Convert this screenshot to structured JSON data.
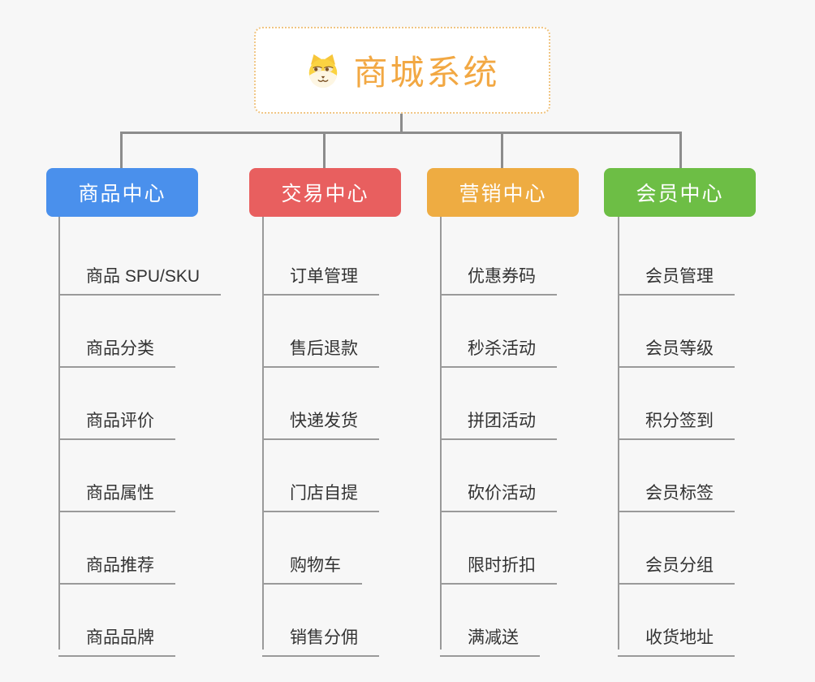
{
  "root": {
    "title": "商城系统",
    "icon": "dog-icon",
    "title_color": "#F2A843",
    "border_color": "#F0C583"
  },
  "connector_color": "#8C8C8C",
  "child_line_color": "#9A9A9A",
  "background_color": "#F7F7F7",
  "branches": [
    {
      "label": "商品中心",
      "color": "#4A90EC",
      "children": [
        "商品 SPU/SKU",
        "商品分类",
        "商品评价",
        "商品属性",
        "商品推荐",
        "商品品牌"
      ]
    },
    {
      "label": "交易中心",
      "color": "#E85F5F",
      "children": [
        "订单管理",
        "售后退款",
        "快递发货",
        "门店自提",
        "购物车",
        "销售分佣"
      ]
    },
    {
      "label": "营销中心",
      "color": "#EEAC42",
      "children": [
        "优惠券码",
        "秒杀活动",
        "拼团活动",
        "砍价活动",
        "限时折扣",
        "满减送"
      ]
    },
    {
      "label": "会员中心",
      "color": "#6DBE45",
      "children": [
        "会员管理",
        "会员等级",
        "积分签到",
        "会员标签",
        "会员分组",
        "收货地址"
      ]
    }
  ]
}
